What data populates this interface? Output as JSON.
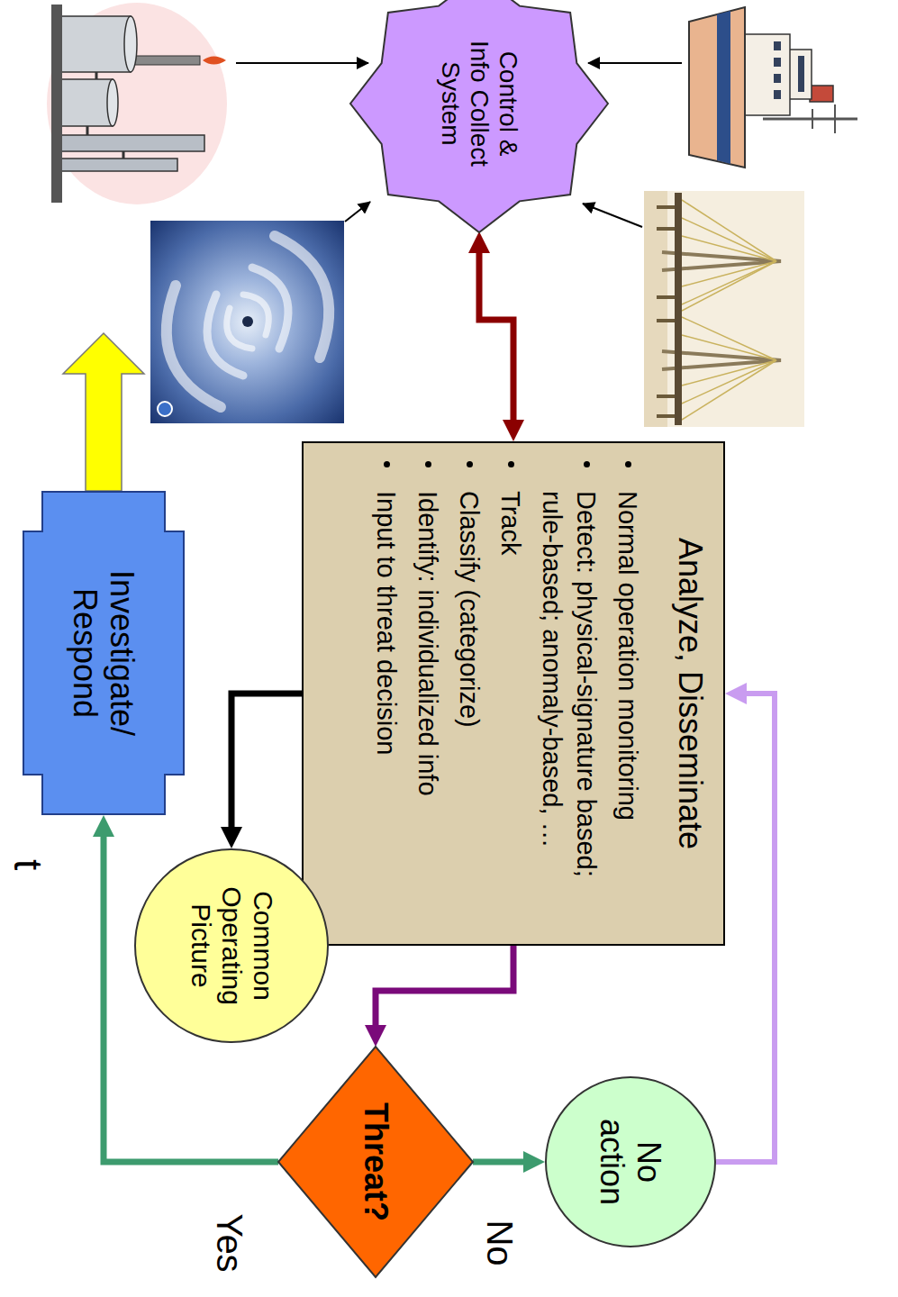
{
  "diagram": {
    "nodes": [
      {
        "text": [
          "Control & Info Collect System"
        ]
      },
      {
        "text": [
          "Analyze, Disseminate",
          "Normal operation monitoring",
          "Detect: physical-signature based; rule-based; anomaly-based, …",
          "Track",
          "Classify (categorize)",
          "Identify: individualized info",
          "Input to threat decision"
        ]
      },
      {
        "text": [
          "Common Operating Picture"
        ]
      },
      {
        "text": [
          "Threat?"
        ]
      },
      {
        "text": [
          "No action"
        ]
      },
      {
        "text": [
          "Investigate/ Respond"
        ]
      }
    ],
    "edges": [
      {
        "from": 0,
        "to": 1,
        "arrow": "both"
      },
      {
        "from": 1,
        "to": 2,
        "arrow": "to"
      },
      {
        "from": 1,
        "to": 3,
        "arrow": "to"
      },
      {
        "from": 3,
        "to": 4,
        "label": "No",
        "arrow": "to"
      },
      {
        "from": 4,
        "to": 1,
        "arrow": "to"
      },
      {
        "from": 3,
        "to": 5,
        "label": "Yes",
        "arrow": "to"
      }
    ],
    "labels": [
      "t"
    ]
  }
}
